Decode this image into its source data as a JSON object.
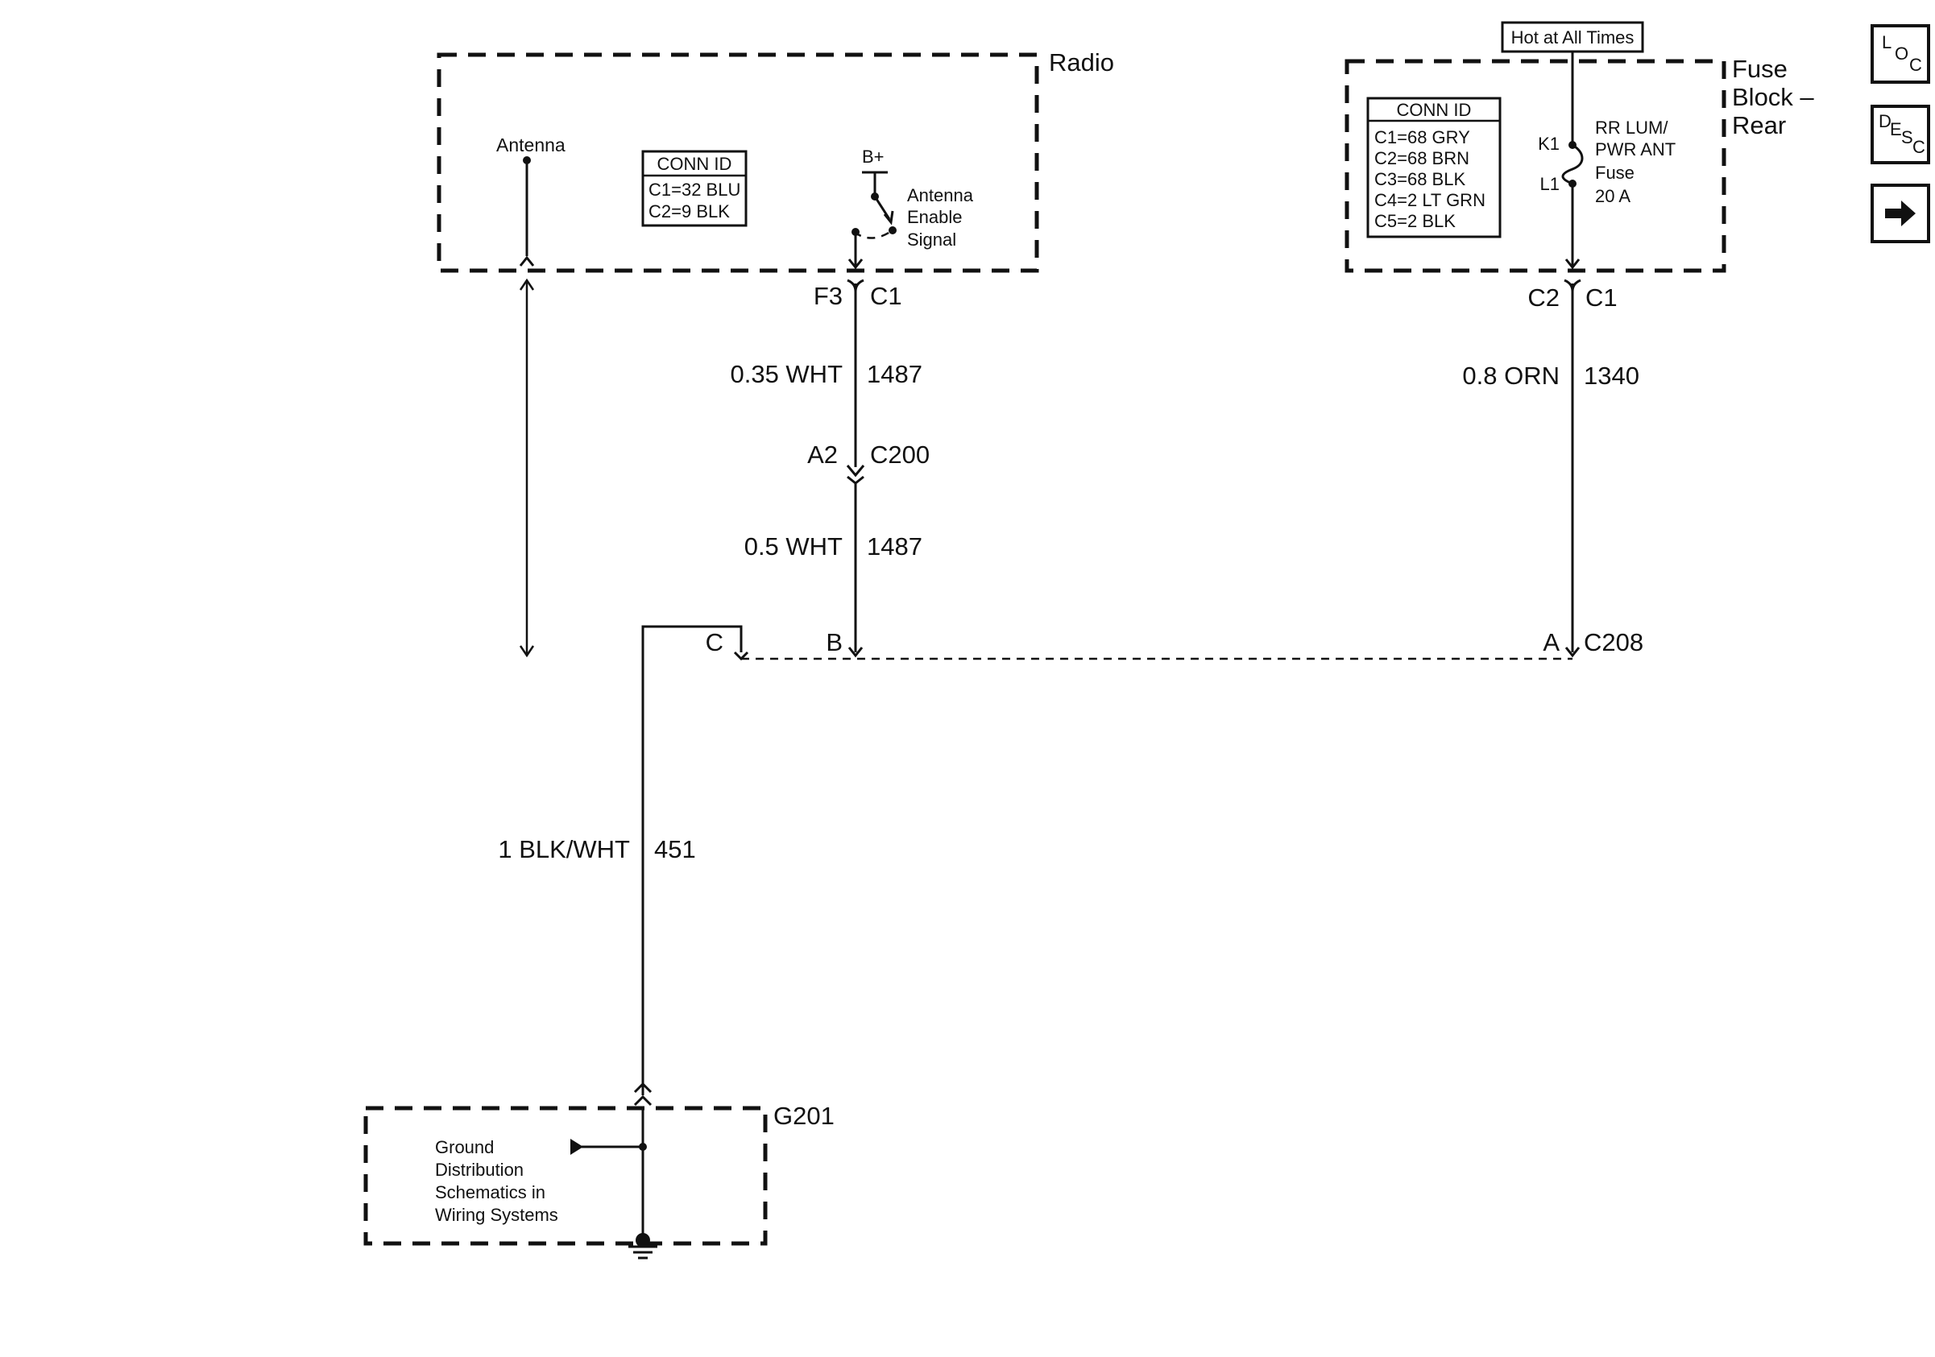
{
  "radio": {
    "title": "Radio",
    "antenna_label": "Antenna",
    "conn_id_title": "CONN ID",
    "conn_ids": [
      "C1=32 BLU",
      "C2=9 BLK"
    ],
    "bplus": "B+",
    "switch_label": [
      "Antenna",
      "Enable",
      "Signal"
    ]
  },
  "fuse_block": {
    "title": [
      "Fuse",
      "Block –",
      "Rear"
    ],
    "hot_label": "Hot at All Times",
    "conn_id_title": "CONN ID",
    "conn_ids": [
      "C1=68 GRY",
      "C2=68 BRN",
      "C3=68 BLK",
      "C4=2 LT GRN",
      "C5=2 BLK"
    ],
    "pin_k1": "K1",
    "pin_l1": "L1",
    "fuse_label": [
      "RR LUM/",
      "PWR ANT",
      "Fuse",
      "20 A"
    ]
  },
  "wiring": {
    "radio_pin": "F3",
    "radio_conn": "C1",
    "wire1_color": "0.35 WHT",
    "wire1_circuit": "1487",
    "c200_pin": "A2",
    "c200_conn": "C200",
    "wire2_color": "0.5 WHT",
    "wire2_circuit": "1487",
    "fuse_pin": "C2",
    "fuse_conn": "C1",
    "wire3_color": "0.8 ORN",
    "wire3_circuit": "1340",
    "antenna_pin_c": "C",
    "antenna_pin_b": "B",
    "antenna_pin_a": "A",
    "antenna_conn": "C208",
    "ground_wire_color": "1 BLK/WHT",
    "ground_wire_circuit": "451"
  },
  "ground": {
    "title": "G201",
    "label": [
      "Ground",
      "Distribution",
      "Schematics in",
      "Wiring Systems"
    ]
  },
  "nav": {
    "loc": [
      "L",
      "O",
      "C"
    ],
    "desc": [
      "D",
      "E",
      "S",
      "C"
    ],
    "next_icon": "right-arrow-icon"
  }
}
